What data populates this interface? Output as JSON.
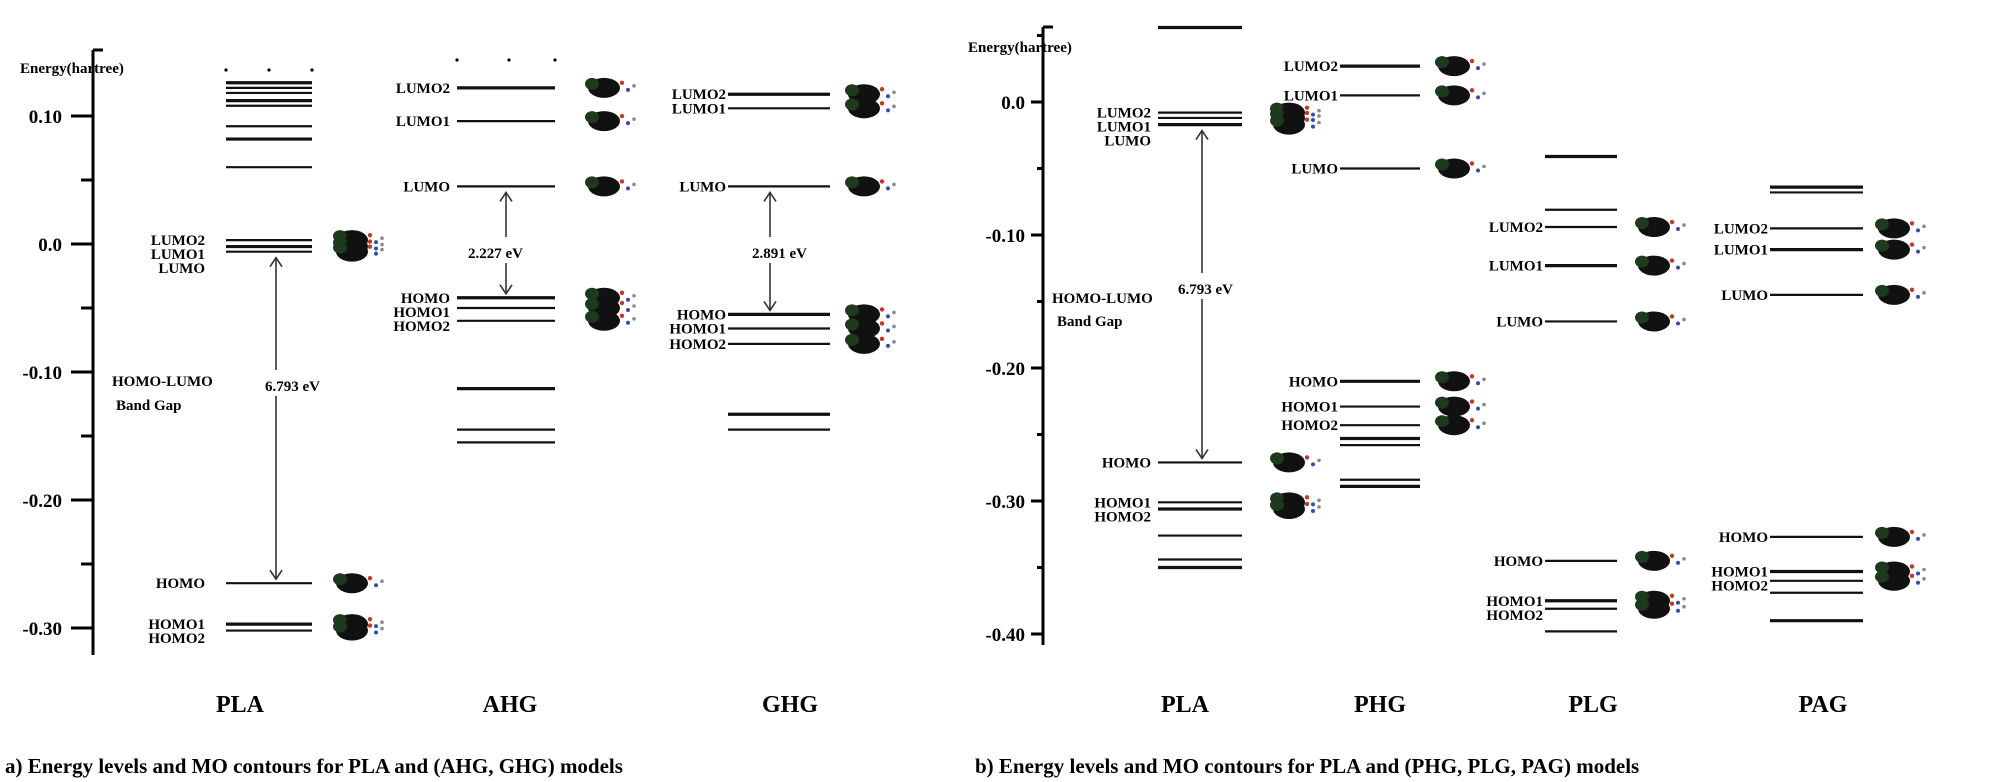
{
  "chart_data": [
    {
      "type": "energy-level-diagram",
      "panel": "a",
      "caption": "a) Energy levels and MO contours for PLA and (AHG, GHG) models",
      "ylabel": "Energy(hartree)",
      "ylim": [
        -0.32,
        0.13
      ],
      "yticks": [
        0.1,
        0.05,
        0.0,
        -0.05,
        -0.1,
        -0.15,
        -0.2,
        -0.25,
        -0.3
      ],
      "ytick_labels": [
        {
          "value": 0.1,
          "label": "0.10"
        },
        {
          "value": 0.0,
          "label": "0.0"
        },
        {
          "value": -0.1,
          "label": "-0.10"
        },
        {
          "value": -0.2,
          "label": "-0.20"
        },
        {
          "value": -0.3,
          "label": "-0.30"
        }
      ],
      "grid": false,
      "columns": [
        {
          "name": "PLA",
          "levels": [
            0.126,
            0.122,
            0.118,
            0.112,
            0.108,
            0.092,
            0.082,
            0.06,
            0.003,
            -0.002,
            -0.006,
            -0.265,
            -0.297,
            -0.302
          ],
          "labels": [
            {
              "text": "LUMO2",
              "value": 0.003
            },
            {
              "text": "LUMO1",
              "value": -0.002
            },
            {
              "text": "LUMO",
              "value": -0.006
            },
            {
              "text": "HOMO",
              "value": -0.265
            },
            {
              "text": "HOMO1",
              "value": -0.297
            },
            {
              "text": "HOMO2",
              "value": -0.302
            }
          ],
          "gap": {
            "text": "6.793 eV",
            "from": -0.006,
            "to": -0.265
          },
          "annotation": [
            "HOMO-LUMO",
            "Band Gap"
          ]
        },
        {
          "name": "AHG",
          "levels": [
            0.122,
            0.096,
            0.045,
            -0.042,
            -0.05,
            -0.06,
            -0.113,
            -0.145,
            -0.155
          ],
          "labels": [
            {
              "text": "LUMO2",
              "value": 0.122
            },
            {
              "text": "LUMO1",
              "value": 0.096
            },
            {
              "text": "LUMO",
              "value": 0.045
            },
            {
              "text": "HOMO",
              "value": -0.042
            },
            {
              "text": "HOMO1",
              "value": -0.05
            },
            {
              "text": "HOMO2",
              "value": -0.06
            }
          ],
          "gap": {
            "text": "2.227 eV",
            "from": 0.045,
            "to": -0.042
          }
        },
        {
          "name": "GHG",
          "levels": [
            0.117,
            0.106,
            0.045,
            -0.055,
            -0.066,
            -0.078,
            -0.133,
            -0.145
          ],
          "labels": [
            {
              "text": "LUMO2",
              "value": 0.117
            },
            {
              "text": "LUMO1",
              "value": 0.106
            },
            {
              "text": "LUMO",
              "value": 0.045
            },
            {
              "text": "HOMO",
              "value": -0.055
            },
            {
              "text": "HOMO1",
              "value": -0.066
            },
            {
              "text": "HOMO2",
              "value": -0.078
            }
          ],
          "gap": {
            "text": "2.891 eV",
            "from": 0.045,
            "to": -0.055
          }
        }
      ]
    },
    {
      "type": "energy-level-diagram",
      "panel": "b",
      "caption": "b) Energy levels and MO contours for PLA and (PHG, PLG, PAG) models",
      "ylabel": "Energy(hartree)",
      "ylim": [
        -0.4,
        0.06
      ],
      "yticks": [
        0.05,
        0.0,
        -0.05,
        -0.1,
        -0.15,
        -0.2,
        -0.25,
        -0.3,
        -0.35,
        -0.4
      ],
      "ytick_labels": [
        {
          "value": 0.0,
          "label": "0.0"
        },
        {
          "value": -0.1,
          "label": "-0.10"
        },
        {
          "value": -0.2,
          "label": "-0.20"
        },
        {
          "value": -0.3,
          "label": "-0.30"
        },
        {
          "value": -0.4,
          "label": "-0.40"
        }
      ],
      "grid": false,
      "columns": [
        {
          "name": "PLA",
          "levels": [
            0.056,
            -0.008,
            -0.012,
            -0.017,
            -0.271,
            -0.301,
            -0.306,
            -0.326,
            -0.344,
            -0.35
          ],
          "labels": [
            {
              "text": "LUMO2",
              "value": -0.008
            },
            {
              "text": "LUMO1",
              "value": -0.012
            },
            {
              "text": "LUMO",
              "value": -0.017
            },
            {
              "text": "HOMO",
              "value": -0.271
            },
            {
              "text": "HOMO1",
              "value": -0.301
            },
            {
              "text": "HOMO2",
              "value": -0.306
            }
          ],
          "gap": {
            "text": "6.793 eV",
            "from": -0.017,
            "to": -0.271
          },
          "annotation": [
            "HOMO-LUMO",
            "Band Gap"
          ]
        },
        {
          "name": "PHG",
          "levels": [
            0.027,
            0.005,
            -0.05,
            -0.21,
            -0.229,
            -0.243,
            -0.253,
            -0.258,
            -0.284,
            -0.289
          ],
          "labels": [
            {
              "text": "LUMO2",
              "value": 0.027
            },
            {
              "text": "LUMO1",
              "value": 0.005
            },
            {
              "text": "LUMO",
              "value": -0.05
            },
            {
              "text": "HOMO",
              "value": -0.21
            },
            {
              "text": "HOMO1",
              "value": -0.229
            },
            {
              "text": "HOMO2",
              "value": -0.243
            }
          ]
        },
        {
          "name": "PLG",
          "levels": [
            -0.041,
            -0.081,
            -0.094,
            -0.123,
            -0.165,
            -0.345,
            -0.375,
            -0.381,
            -0.398
          ],
          "labels": [
            {
              "text": "LUMO2",
              "value": -0.094
            },
            {
              "text": "LUMO1",
              "value": -0.123
            },
            {
              "text": "LUMO",
              "value": -0.165
            },
            {
              "text": "HOMO",
              "value": -0.345
            },
            {
              "text": "HOMO1",
              "value": -0.375
            },
            {
              "text": "HOMO2",
              "value": -0.381
            }
          ]
        },
        {
          "name": "PAG",
          "levels": [
            -0.064,
            -0.068,
            -0.095,
            -0.111,
            -0.145,
            -0.327,
            -0.353,
            -0.36,
            -0.369,
            -0.39
          ],
          "labels": [
            {
              "text": "LUMO2",
              "value": -0.095
            },
            {
              "text": "LUMO1",
              "value": -0.111
            },
            {
              "text": "LUMO",
              "value": -0.145
            },
            {
              "text": "HOMO",
              "value": -0.327
            },
            {
              "text": "HOMO1",
              "value": -0.353
            },
            {
              "text": "HOMO2",
              "value": -0.36
            }
          ]
        }
      ]
    }
  ]
}
